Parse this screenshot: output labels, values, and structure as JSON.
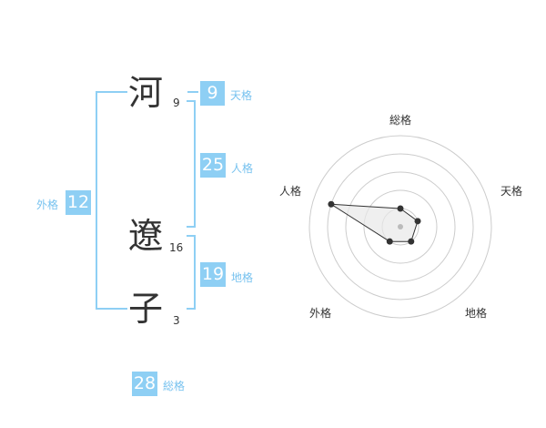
{
  "characters": [
    {
      "char": "河",
      "strokes": "9"
    },
    {
      "char": "遼",
      "strokes": "16"
    },
    {
      "char": "子",
      "strokes": "3"
    }
  ],
  "kakusu": {
    "tenkaku": {
      "label": "天格",
      "value": "9"
    },
    "jinkaku": {
      "label": "人格",
      "value": "25"
    },
    "chikaku": {
      "label": "地格",
      "value": "19"
    },
    "gaikaku": {
      "label": "外格",
      "value": "12"
    },
    "soukaku": {
      "label": "総格",
      "value": "28"
    }
  },
  "radar": {
    "axes": [
      "総格",
      "天格",
      "地格",
      "外格",
      "人格"
    ],
    "scores": [
      1,
      1,
      1,
      1,
      4
    ],
    "max": 5,
    "colors": {
      "ring": "#cccccc",
      "fill": "#e8e8e8",
      "point": "#333333",
      "center": "#bbbbbb"
    }
  },
  "colors": {
    "accent": "#8ecff4",
    "accent_text": "#77c2ef"
  }
}
